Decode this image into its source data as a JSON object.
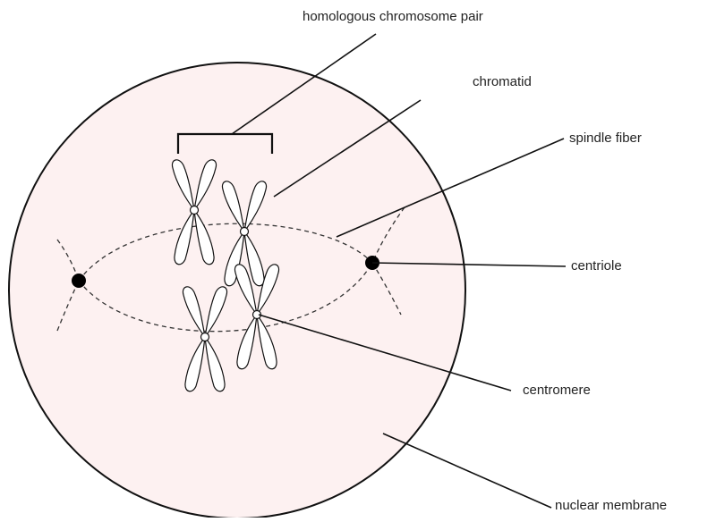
{
  "diagram": {
    "labels": {
      "homologous_pair": "homologous chromosome pair",
      "chromatid": "chromatid",
      "spindle_fiber": "spindle fiber",
      "centriole": "centriole",
      "centromere": "centromere",
      "nuclear_membrane": "nuclear membrane"
    },
    "colors": {
      "cell_fill": "#fdf1f1",
      "stroke": "#111111",
      "text": "#222222",
      "chromosome_fill": "#ffffff"
    }
  }
}
